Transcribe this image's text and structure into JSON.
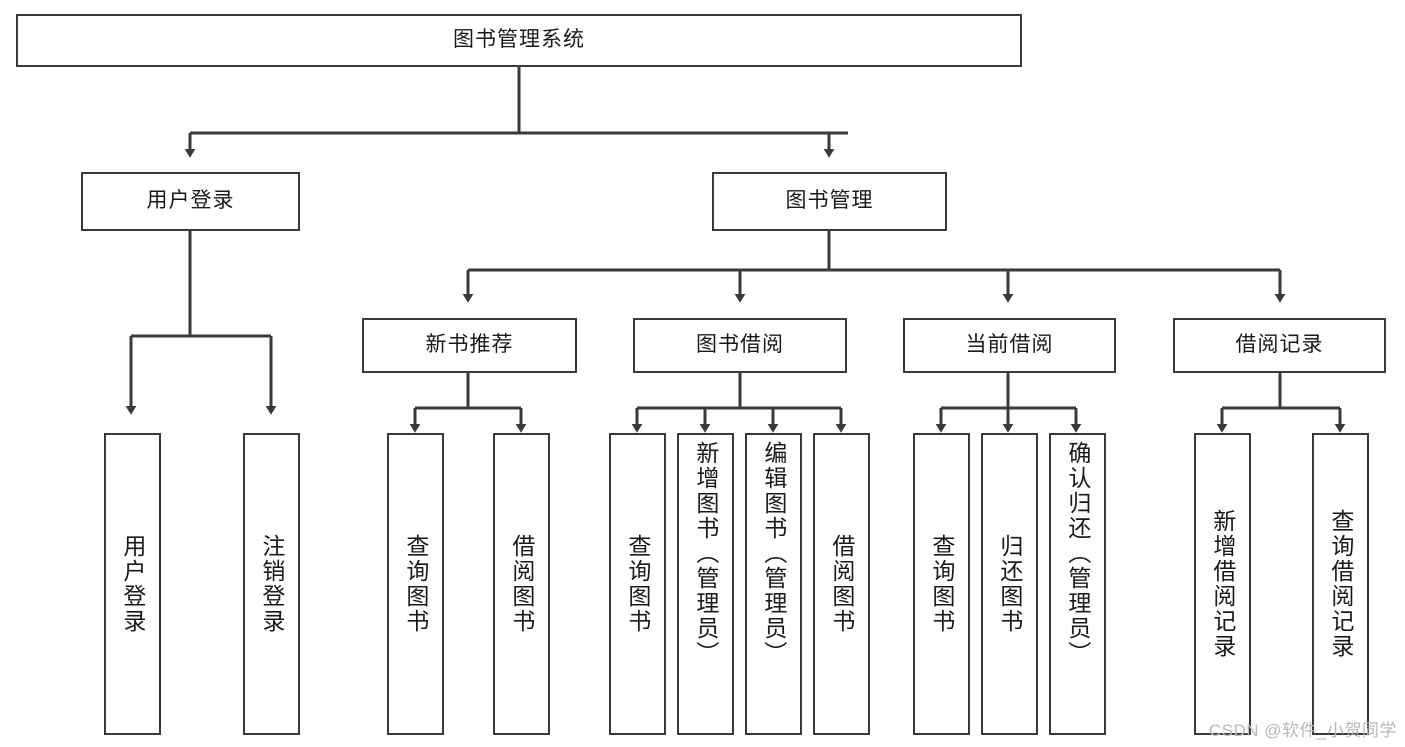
{
  "diagram": {
    "title": "图书管理系统",
    "type": "tree-hierarchy",
    "watermark": "CSDN @软件_小贺同学",
    "colors": {
      "background": "#ffffff",
      "box_border": "#3a3a3a",
      "box_fill": "#ffffff",
      "connector": "#3a3a3a",
      "text": "#1a1a1a",
      "watermark": "#b9b9b9"
    },
    "nodes": {
      "root": {
        "label": "图书管理系统"
      },
      "level2": [
        {
          "id": "user-login",
          "label": "用户登录"
        },
        {
          "id": "book-manage",
          "label": "图书管理"
        }
      ],
      "level3": [
        {
          "id": "new-book-recommend",
          "label": "新书推荐"
        },
        {
          "id": "book-borrow",
          "label": "图书借阅"
        },
        {
          "id": "current-borrow",
          "label": "当前借阅"
        },
        {
          "id": "borrow-record",
          "label": "借阅记录"
        }
      ],
      "leaves": {
        "user_login": [
          {
            "id": "leaf-user-login",
            "label": "用户登录"
          },
          {
            "id": "leaf-logout",
            "label": "注销登录"
          }
        ],
        "new_book_recommend": [
          {
            "id": "leaf-query-book-1",
            "label": "查询图书"
          },
          {
            "id": "leaf-borrow-book-1",
            "label": "借阅图书"
          }
        ],
        "book_borrow": [
          {
            "id": "leaf-query-book-2",
            "label": "查询图书"
          },
          {
            "id": "leaf-add-book",
            "label": "新增图书（管理员）"
          },
          {
            "id": "leaf-edit-book",
            "label": "编辑图书（管理员）"
          },
          {
            "id": "leaf-borrow-book-2",
            "label": "借阅图书"
          }
        ],
        "current_borrow": [
          {
            "id": "leaf-query-book-3",
            "label": "查询图书"
          },
          {
            "id": "leaf-return-book",
            "label": "归还图书"
          },
          {
            "id": "leaf-confirm-return",
            "label": "确认归还（管理员）"
          }
        ],
        "borrow_record": [
          {
            "id": "leaf-add-record",
            "label": "新增借阅记录"
          },
          {
            "id": "leaf-query-record",
            "label": "查询借阅记录"
          }
        ]
      }
    },
    "edges": [
      {
        "from": "图书管理系统",
        "to": "用户登录"
      },
      {
        "from": "图书管理系统",
        "to": "图书管理"
      },
      {
        "from": "用户登录",
        "to": "用户登录"
      },
      {
        "from": "用户登录",
        "to": "注销登录"
      },
      {
        "from": "图书管理",
        "to": "新书推荐"
      },
      {
        "from": "图书管理",
        "to": "图书借阅"
      },
      {
        "from": "图书管理",
        "to": "当前借阅"
      },
      {
        "from": "图书管理",
        "to": "借阅记录"
      },
      {
        "from": "新书推荐",
        "to": "查询图书"
      },
      {
        "from": "新书推荐",
        "to": "借阅图书"
      },
      {
        "from": "图书借阅",
        "to": "查询图书"
      },
      {
        "from": "图书借阅",
        "to": "新增图书（管理员）"
      },
      {
        "from": "图书借阅",
        "to": "编辑图书（管理员）"
      },
      {
        "from": "图书借阅",
        "to": "借阅图书"
      },
      {
        "from": "当前借阅",
        "to": "查询图书"
      },
      {
        "from": "当前借阅",
        "to": "归还图书"
      },
      {
        "from": "当前借阅",
        "to": "确认归还（管理员）"
      },
      {
        "from": "借阅记录",
        "to": "新增借阅记录"
      },
      {
        "from": "借阅记录",
        "to": "查询借阅记录"
      }
    ]
  }
}
